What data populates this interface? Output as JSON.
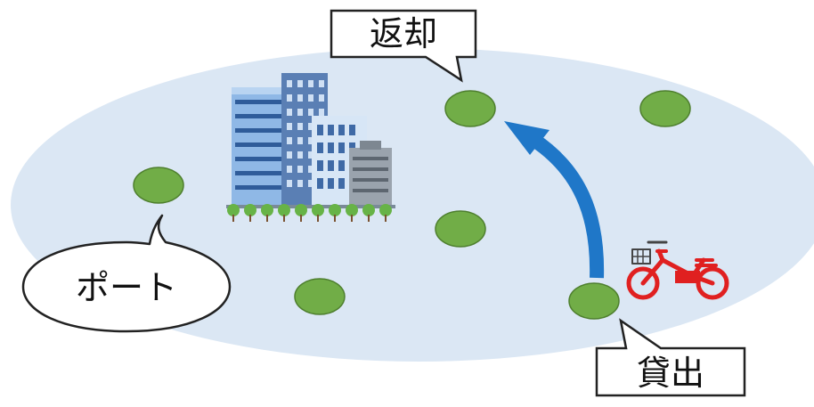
{
  "labels": {
    "return": "返却",
    "rental": "貸出",
    "port": "ポート"
  },
  "colors": {
    "area": "#dbe7f4",
    "port": "#71ad47",
    "port_stroke": "#4e7f2e",
    "arrow": "#1f77c8",
    "bicycle": "#e02020",
    "building_light": "#8fb8e6",
    "building_dark": "#5a7fb4",
    "building_gray": "#9aa3ad",
    "tree": "#67b347"
  },
  "icons": [
    "building-icon",
    "bicycle-icon",
    "arrow-icon"
  ]
}
